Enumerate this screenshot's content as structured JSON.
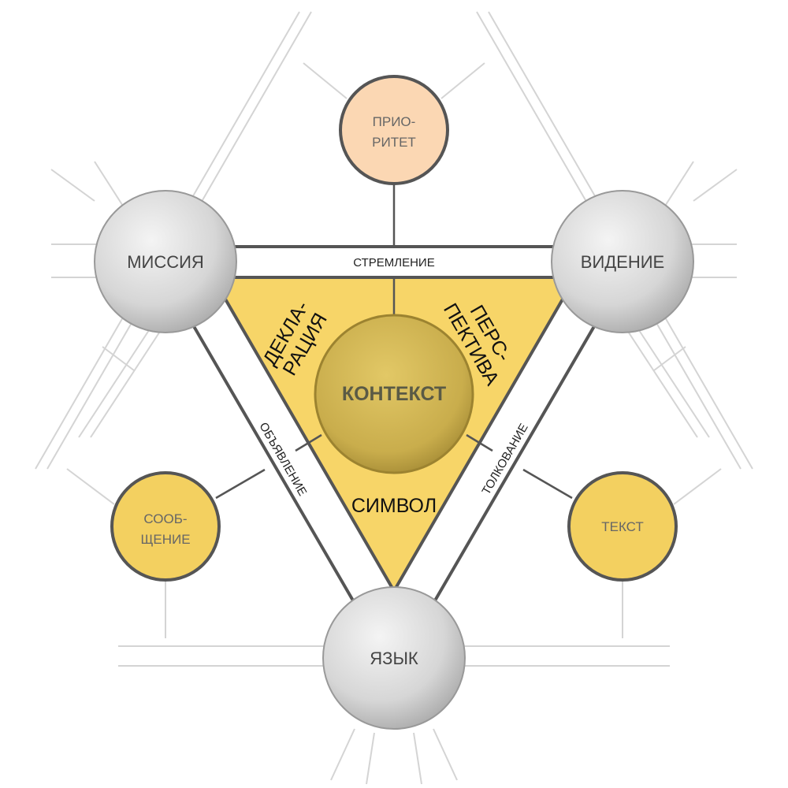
{
  "nodes": {
    "mission": "МИССИЯ",
    "vision": "ВИДЕНИЕ",
    "language": "ЯЗЫК",
    "context": "КОНТЕКСТ",
    "priority": [
      "ПРИО-",
      "РИТЕТ"
    ],
    "message": [
      "СООБ-",
      "ЩЕНИЕ"
    ],
    "text": "ТЕКСТ"
  },
  "edges": {
    "top": "СТРЕМЛЕНИЕ",
    "left": "ОБЪЯВЛЕНИЕ",
    "right": "ТОЛКОВАНИЕ"
  },
  "zones": {
    "declaration": [
      "ДЕКЛА-",
      "РАЦИЯ"
    ],
    "perspective": [
      "ПЕРС-",
      "ПЕКТИВА"
    ],
    "symbol": "СИМВОЛ"
  },
  "colors": {
    "triangle_fill": "#f7d568",
    "small_node_fill": "#f3d060",
    "priority_fill": "#fbd7b3",
    "gray_node": "#d5d5d5",
    "context_fill": "#c9ad4c",
    "band_line": "#555555",
    "faint_line": "#d0d0d0"
  }
}
